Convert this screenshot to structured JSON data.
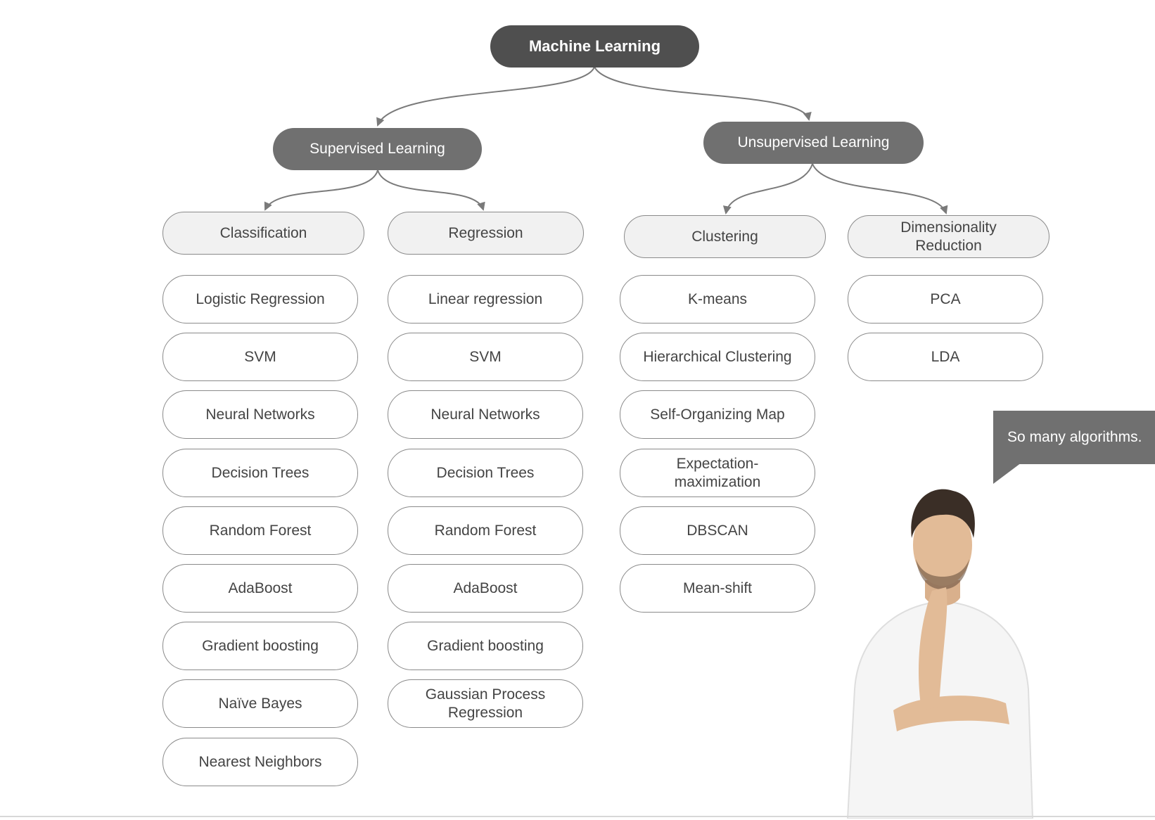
{
  "root": "Machine  Learning",
  "branches": {
    "supervised": "Supervised Learning",
    "unsupervised": "Unsupervised Learning"
  },
  "categories": {
    "classification": "Classification",
    "regression": "Regression",
    "clustering": "Clustering",
    "dimensionality": "Dimensionality\nReduction"
  },
  "classification_items": [
    "Logistic Regression",
    "SVM",
    "Neural Networks",
    "Decision Trees",
    "Random Forest",
    "AdaBoost",
    "Gradient boosting",
    "Naïve Bayes",
    "Nearest Neighbors"
  ],
  "regression_items": [
    "Linear regression",
    "SVM",
    "Neural Networks",
    "Decision Trees",
    "Random Forest",
    "AdaBoost",
    "Gradient boosting",
    "Gaussian Process\nRegression"
  ],
  "clustering_items": [
    "K-means",
    "Hierarchical Clustering",
    "Self-Organizing Map",
    "Expectation-\nmaximization",
    "DBSCAN",
    "Mean-shift"
  ],
  "dimensionality_items": [
    "PCA",
    "LDA"
  ],
  "speech_bubble": "So many algorithms.",
  "colors": {
    "root": "#4f4f4f",
    "branch": "#707070",
    "category_fill": "#f1f1f1",
    "outline": "#8a8a8a",
    "edge": "#7a7a7a"
  }
}
